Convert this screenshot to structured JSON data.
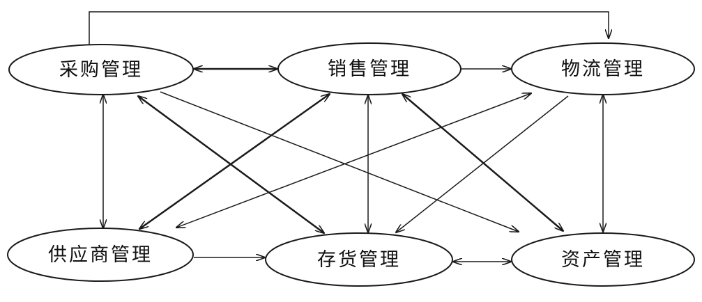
{
  "nodes": {
    "procurement": "采购管理",
    "sales": "销售管理",
    "logistics": "物流管理",
    "supplier": "供应商管理",
    "inventory": "存货管理",
    "assets": "资产管理"
  },
  "colors": {
    "stroke": "#1a1a1a",
    "fill": "#ffffff",
    "text": "#111111"
  }
}
